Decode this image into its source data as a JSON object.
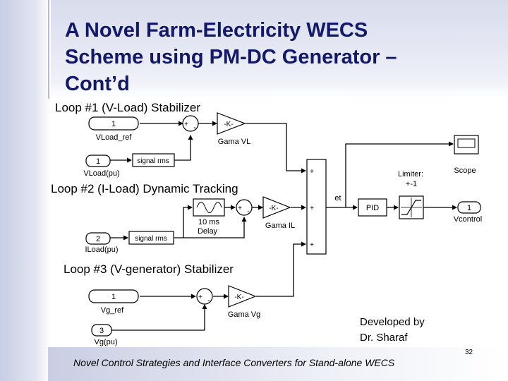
{
  "title": {
    "line1": "A Novel Farm-Electricity WECS",
    "line2": "Scheme using PM-DC Generator –",
    "line3": "Cont’d"
  },
  "loops": {
    "loop1": "Loop #1 (V-Load) Stabilizer",
    "loop2": "Loop #2 (I-Load)  Dynamic Tracking",
    "loop3": "Loop #3 (V-generator) Stabilizer"
  },
  "blocks": {
    "vload_ref": {
      "num": "1",
      "label": "VLoad_ref"
    },
    "vload_pu": {
      "num": "1",
      "label": "VLoad(pu)"
    },
    "iload_pu": {
      "num": "2",
      "label": "ILoad(pu)"
    },
    "vg_ref": {
      "num": "1",
      "label": "Vg_ref"
    },
    "vg_pu": {
      "num": "3",
      "label": "Vg(pu)"
    },
    "signal_rms": "signal rms",
    "gain": "-K-",
    "gama_vl": "Gama VL",
    "gama_il": "Gama IL",
    "gama_vg": "Gama Vg",
    "delay_value": "10 ms",
    "delay_label": "Delay",
    "sum_plus": "+",
    "sum_minus": "-",
    "et": "et",
    "pid": "PID",
    "limiter_label": "Limiter:",
    "limiter_range": "+-1",
    "scope": "Scope",
    "out_num": "1",
    "out_label": "Vcontrol"
  },
  "developer": {
    "line1": "Developed by",
    "line2": "Dr. Sharaf"
  },
  "footer": "Novel Control Strategies and Interface Converters for Stand-alone WECS",
  "page_number": "32"
}
